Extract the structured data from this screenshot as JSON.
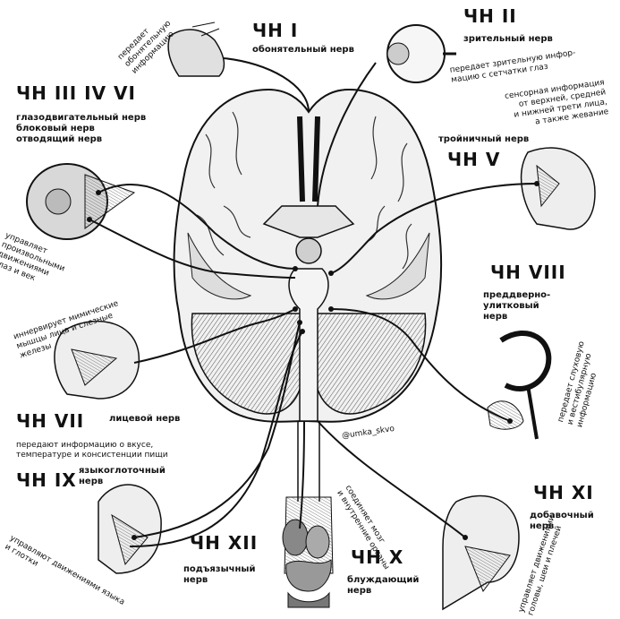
{
  "watermark": "@umka_skvo",
  "nerves": [
    {
      "id": "I",
      "code": "ЧН I",
      "name": "обонятельный нерв",
      "desc": [
        "передает",
        "обонятельную",
        "информацию"
      ]
    },
    {
      "id": "II",
      "code": "ЧН II",
      "name": "зрительный нерв",
      "desc": [
        "передает зрительную инфор-",
        "мацию с сетчатки глаз"
      ]
    },
    {
      "id": "III-IV-VI",
      "code": "ЧН III IV VI",
      "name": [
        "глазодвигательный нерв",
        "блоковый нерв",
        "отводящий нерв"
      ],
      "desc": [
        "управляет",
        "произвольными",
        "движениями",
        "глаз и век"
      ]
    },
    {
      "id": "V",
      "code": "ЧН V",
      "name": "тройничный нерв",
      "desc": [
        "сенсорная информация",
        "от верхней, средней",
        "и нижней трети лица,",
        "а также жевание"
      ]
    },
    {
      "id": "VII",
      "code": "ЧН VII",
      "name": "лицевой нерв",
      "desc": [
        "иннервирует мимические",
        "мышцы лица и слезные",
        "железы"
      ]
    },
    {
      "id": "VIII",
      "code": "ЧН VIII",
      "name": [
        "преддверно-",
        "улитковый",
        "нерв"
      ],
      "desc": [
        "передает слуховую",
        "и вестибулярную",
        "информацию"
      ]
    },
    {
      "id": "IX",
      "code": "ЧН IX",
      "name": [
        "языкоглоточный",
        "нерв"
      ],
      "desc": [
        "управляют движениями языка",
        "и глотки"
      ]
    },
    {
      "id": "VII-IX-shared",
      "desc": [
        "передают информацию о вкусе,",
        "температуре и консистенции пищи"
      ]
    },
    {
      "id": "XII",
      "code": "ЧН XII",
      "name": [
        "подъязычный",
        "нерв"
      ]
    },
    {
      "id": "X",
      "code": "ЧН X",
      "name": [
        "блуждающий",
        "нерв"
      ],
      "desc": [
        "соединяет мозг",
        "и внутренние органы"
      ]
    },
    {
      "id": "XI",
      "code": "ЧН XI",
      "name": [
        "добавочный",
        "нерв"
      ],
      "desc": [
        "управляет движениями",
        "головы, шеи и плечей"
      ]
    }
  ]
}
